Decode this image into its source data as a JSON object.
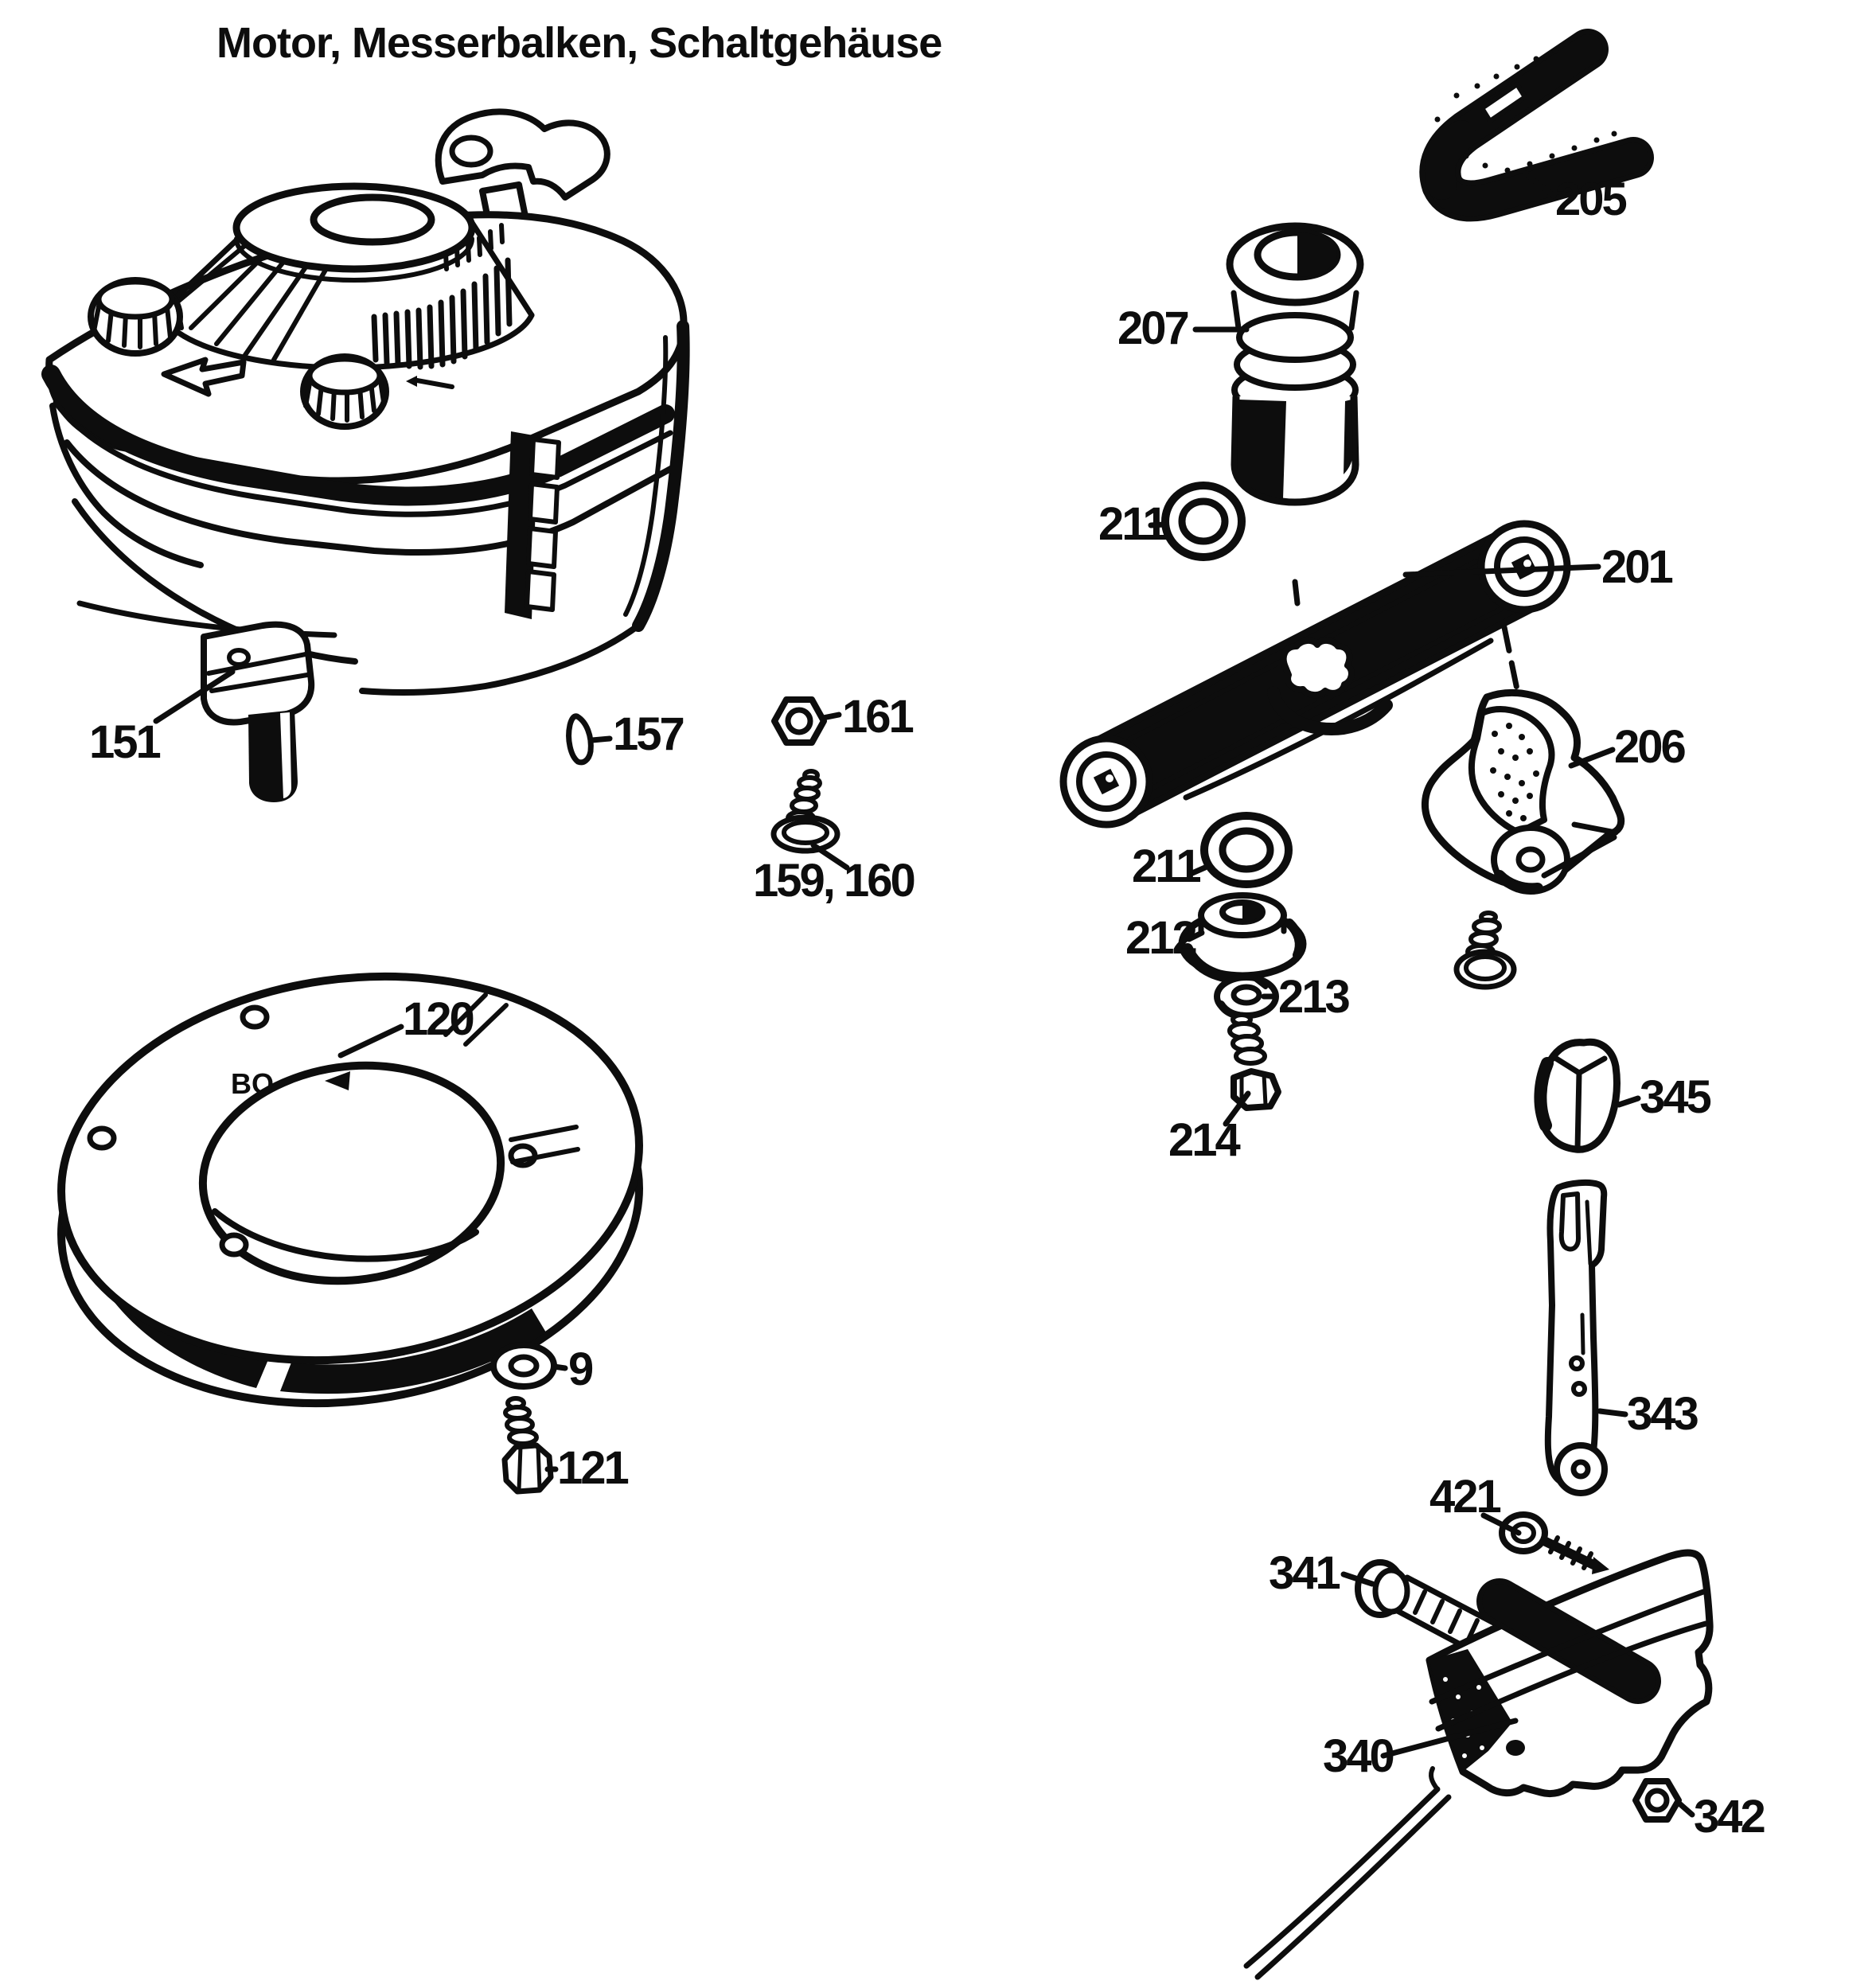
{
  "title": "Motor, Messerbalken, Schaltgehäuse",
  "ring_marking": "BO",
  "ink_color": "#0d0d0d",
  "paper_color": "#ffffff",
  "callouts": {
    "c151": "151",
    "c157": "157",
    "c161": "161",
    "c159_160": "159, 160",
    "c120": "120",
    "c9": "9",
    "c121": "121",
    "c205": "205",
    "c207": "207",
    "c211a": "211",
    "c201": "201",
    "c206": "206",
    "c211b": "211",
    "c212": "212",
    "c213": "213",
    "c214": "214",
    "c345": "345",
    "c343": "343",
    "c421": "421",
    "c341": "341",
    "c340": "340",
    "c342": "342"
  }
}
